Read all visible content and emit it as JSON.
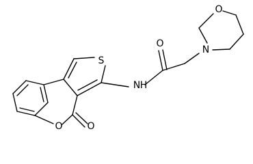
{
  "molecule": {
    "atoms": {
      "s1": "S",
      "o_carbonyl_amide": "O",
      "n_amide": "N",
      "h_amide": "H",
      "n_morpholine": "N",
      "o_morpholine": "O",
      "o_ring": "O",
      "o_lactone_carbonyl": "O"
    }
  }
}
